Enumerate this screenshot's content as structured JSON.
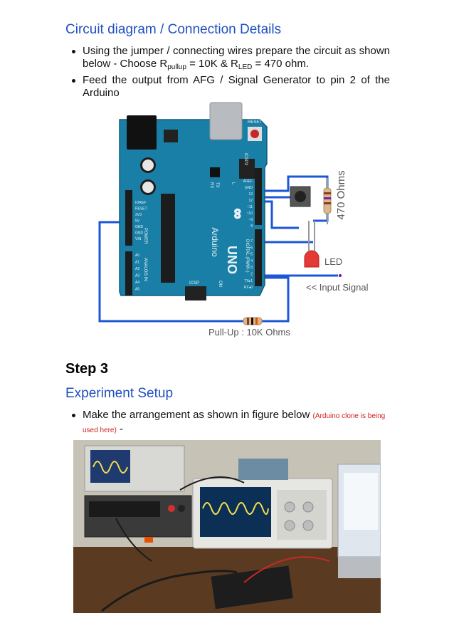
{
  "section1": {
    "heading": "Circuit diagram / Connection Details",
    "bullet1": {
      "text_before": "Using the jumper / connecting wires prepare the circuit as shown below - Choose R",
      "sub1": "pullup",
      "text_mid": " = 10K & R",
      "sub2": "LED",
      "text_after": " = 470 ohm."
    },
    "bullet2": "Feed the output from AFG / Signal Generator to pin 2 of the Arduino"
  },
  "diagram": {
    "resistor_label": "470 Ohms",
    "led_label": "LED",
    "input_label": "<< Input Signal",
    "pullup_label": "Pull-Up : 10K Ohms",
    "board": {
      "brand": "Arduino",
      "model": "UNO",
      "reset": "RESET",
      "icsp2": "ICSP2",
      "icsp": "ICSP",
      "tx": "TX",
      "rx": "RX",
      "l": "L",
      "on": "ON",
      "power": "POWER",
      "analog_in": "ANALOG IN",
      "digital": "DIGITAL (PWM~)",
      "power_pins": [
        "IOREF",
        "RESET",
        "3V3",
        "5V",
        "GND",
        "GND",
        "VIN"
      ],
      "analog_pins": [
        "A0",
        "A1",
        "A2",
        "A3",
        "A4",
        "A5"
      ],
      "top_pins": [
        "AREF",
        "GND",
        "13",
        "12",
        "~11",
        "~10",
        "~9",
        "8"
      ],
      "digital_pins": [
        "7",
        "~6",
        "~5",
        "4",
        "~3",
        "2",
        "TX▸1",
        "RX◂0"
      ]
    }
  },
  "section2": {
    "step": "Step 3",
    "heading": "Experiment Setup",
    "bullet": "Make the arrangement as shown in figure below ",
    "note": "(Arduino clone is being used here)",
    "dash": " -"
  },
  "colors": {
    "heading_blue": "#1f4fc1",
    "board_blue": "#1a7fa6",
    "wire_blue": "#1b57d6",
    "note_red": "#d21e1e"
  }
}
